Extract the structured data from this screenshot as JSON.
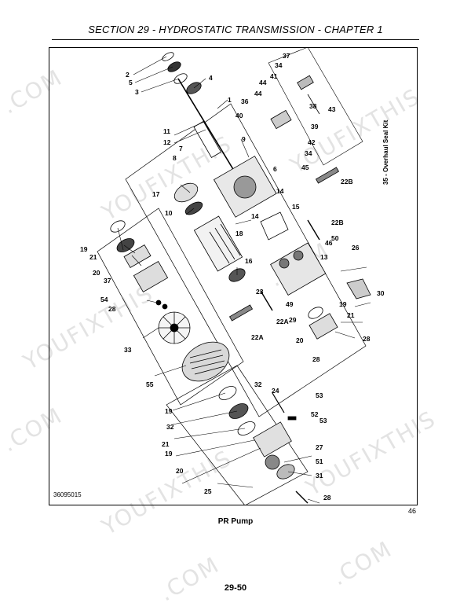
{
  "header": {
    "section_title": "SECTION 29 - HYDROSTATIC TRANSMISSION - CHAPTER 1"
  },
  "watermark": {
    "text_main": "YOUFIXTHIS",
    "text_com": ".COM"
  },
  "figure": {
    "id_code": "36095015",
    "figure_number": "46",
    "caption": "PR Pump",
    "kit_label": "35 - Overhaul Seal Kit",
    "callouts": [
      "37",
      "34",
      "2",
      "5",
      "3",
      "41",
      "44",
      "4",
      "44",
      "38",
      "43",
      "36",
      "1",
      "40",
      "11",
      "12",
      "39",
      "42",
      "9",
      "34",
      "7",
      "8",
      "6",
      "45",
      "22B",
      "17",
      "14",
      "15",
      "10",
      "14",
      "22B",
      "18",
      "50",
      "46",
      "19",
      "21",
      "16",
      "26",
      "13",
      "20",
      "37",
      "54",
      "28",
      "23",
      "49",
      "19",
      "29",
      "21",
      "30",
      "22A",
      "22A",
      "20",
      "28",
      "33",
      "28",
      "55",
      "32",
      "24",
      "53",
      "19",
      "32",
      "52",
      "53",
      "21",
      "19",
      "27",
      "51",
      "20",
      "31",
      "25",
      "28"
    ]
  },
  "footer": {
    "page_number": "29-50"
  }
}
